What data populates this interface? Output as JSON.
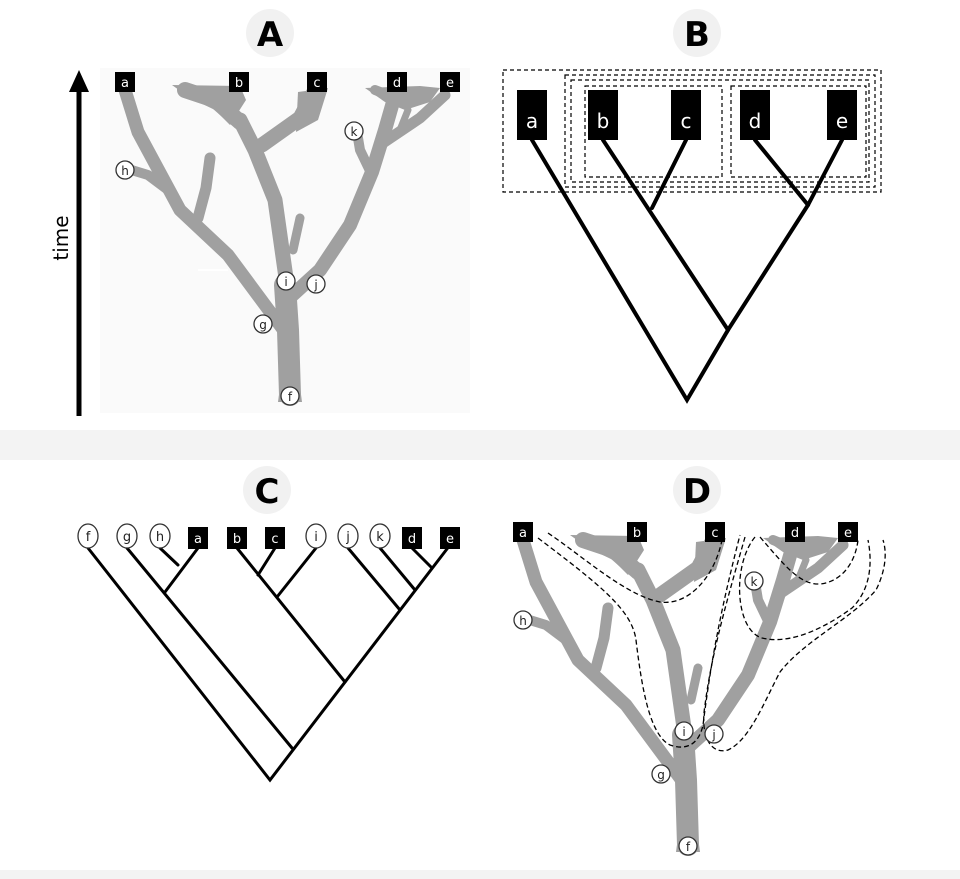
{
  "panels": {
    "A": {
      "label": "A"
    },
    "B": {
      "label": "B"
    },
    "C": {
      "label": "C"
    },
    "D": {
      "label": "D"
    }
  },
  "axis": {
    "time_label": "time"
  },
  "taxa": {
    "a": "a",
    "b": "b",
    "c": "c",
    "d": "d",
    "e": "e"
  },
  "nodes": {
    "f": "f",
    "g": "g",
    "h": "h",
    "i": "i",
    "j": "j",
    "k": "k"
  },
  "colors": {
    "branch_fill": "#a0a0a0",
    "tip_box": "#000000",
    "line": "#000000",
    "panel_bg": "#fafafa",
    "separator": "#f3f3f3"
  }
}
